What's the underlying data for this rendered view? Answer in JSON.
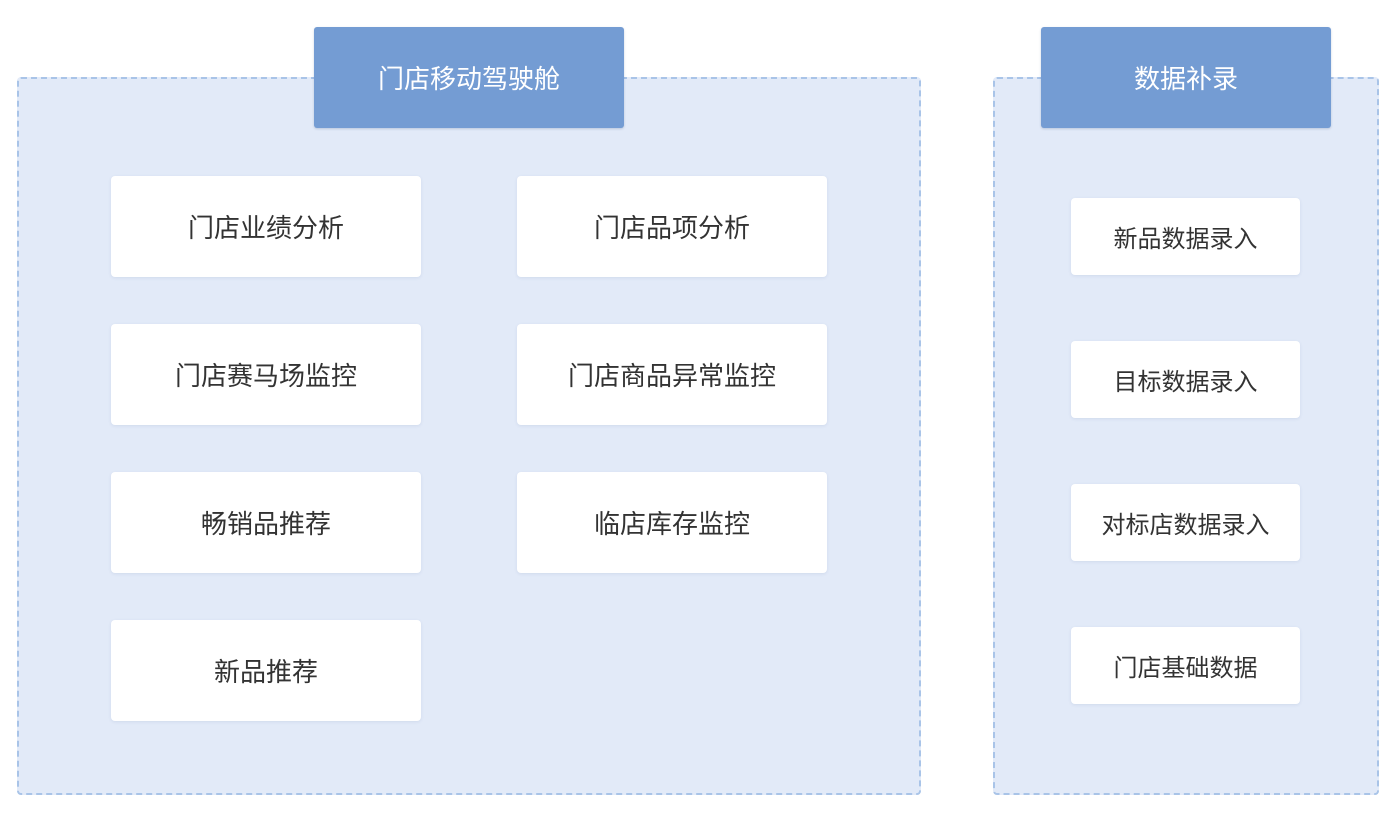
{
  "left_group": {
    "title": "门店移动驾驶舱",
    "items": [
      "门店业绩分析",
      "门店品项分析",
      "门店赛马场监控",
      "门店商品异常监控",
      "畅销品推荐",
      "临店库存监控",
      "新品推荐"
    ]
  },
  "right_group": {
    "title": "数据补录",
    "items": [
      "新品数据录入",
      "目标数据录入",
      "对标店数据录入",
      "门店基础数据"
    ]
  },
  "colors": {
    "header_bg": "#749cd3",
    "panel_bg": "#e2eaf8",
    "panel_border": "#a9c4e8",
    "card_bg": "#ffffff",
    "text": "#333333"
  }
}
